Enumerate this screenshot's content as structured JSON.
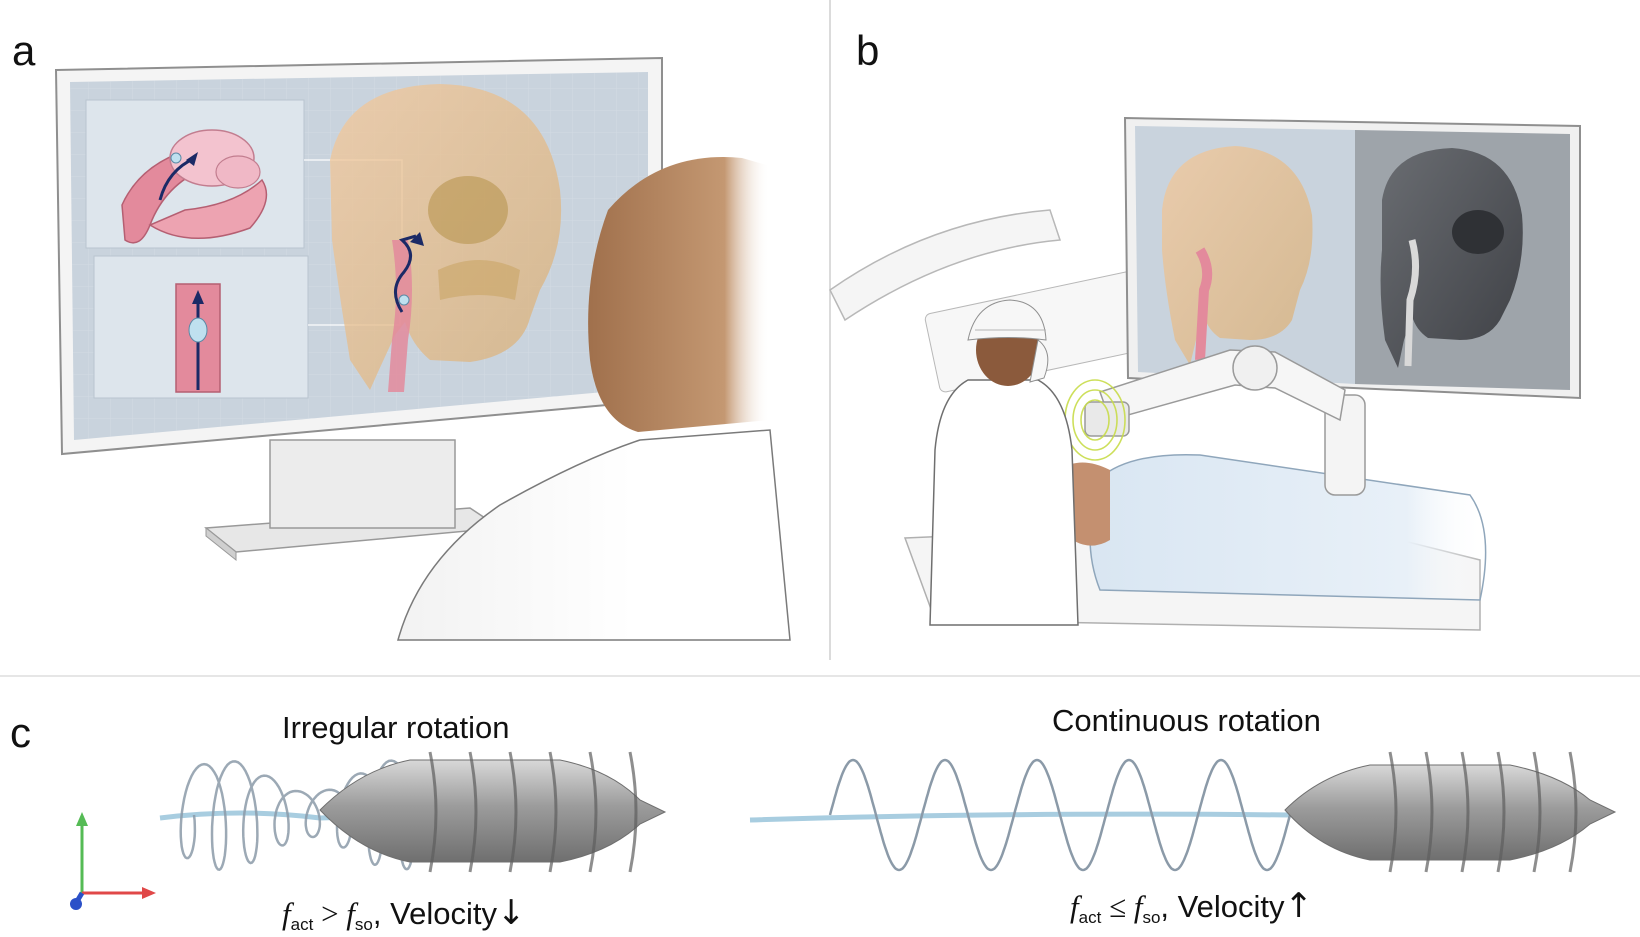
{
  "panels": {
    "a": {
      "label": "a"
    },
    "b": {
      "label": "b"
    },
    "c": {
      "label": "c",
      "left_title": "Irregular rotation",
      "right_title": "Continuous rotation",
      "left_formula": {
        "f": "f",
        "sub1": "act",
        "op": ">",
        "sub2": "so",
        "tail": ", Velocity",
        "arrow": "↓"
      },
      "right_formula": {
        "f": "f",
        "sub1": "act",
        "op": "≤",
        "sub2": "so",
        "tail": ", Velocity",
        "arrow": "↑"
      }
    }
  },
  "colors": {
    "screen_bg": "#c9d3dd",
    "vessel": "#e38a9c",
    "wire": "#a8cde0",
    "robot_body": "#9a9a9a",
    "skin": "#b07a52",
    "axis_x": "#e04848",
    "axis_y": "#55bb55",
    "axis_z": "#2b50c8"
  }
}
